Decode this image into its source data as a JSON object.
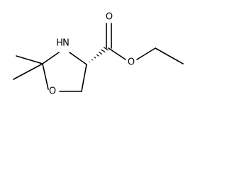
{
  "molecule": {
    "atoms": {
      "nitrogen": "N",
      "hydrogen_on_nitrogen": "H",
      "ring_oxygen": "O",
      "carbonyl_oxygen": "O",
      "ester_oxygen": "O"
    },
    "stereo_bond": "hashed-wedge"
  }
}
